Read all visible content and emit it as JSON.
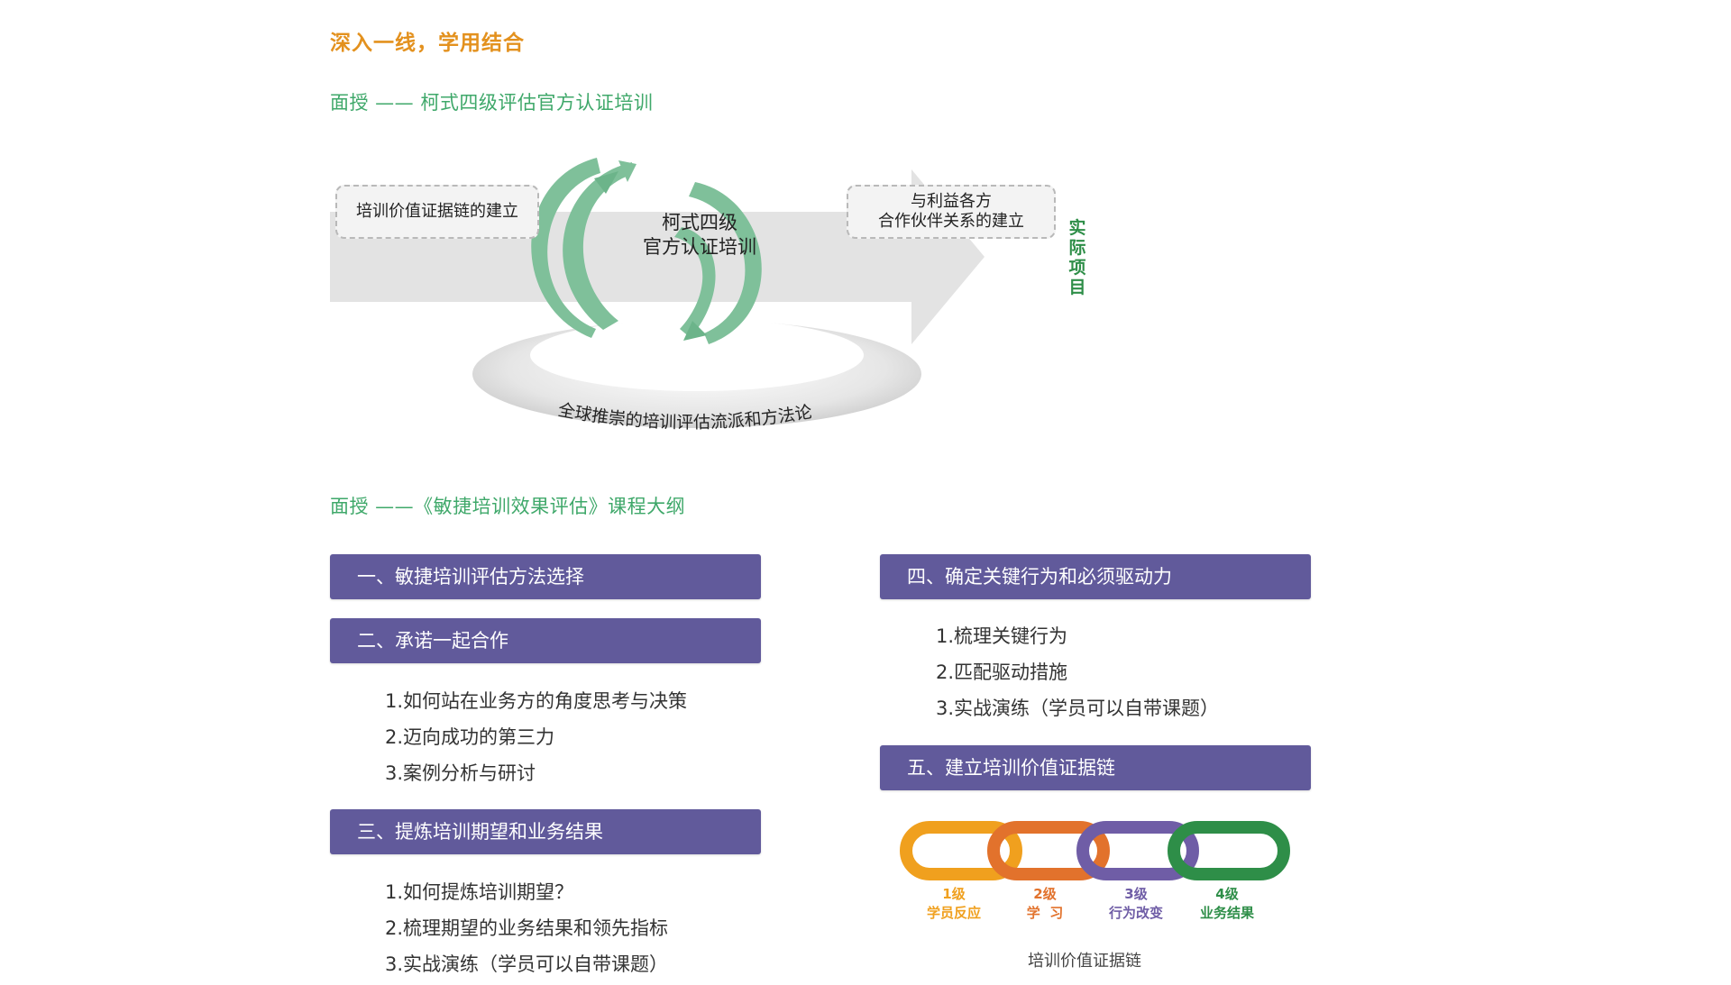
{
  "headings": {
    "main": "深入一线，学用结合",
    "sub1": "面授 —— 柯式四级评估官方认证培训",
    "sub2": "面授 ——《敏捷培训效果评估》课程大纲"
  },
  "diagram": {
    "left_box": "培训价值证据链的建立",
    "center_line1": "柯式四级",
    "center_line2": "官方认证培训",
    "right_box_line1": "与利益各方",
    "right_box_line2": "合作伙伴关系的建立",
    "arrow_label": [
      "实",
      "际",
      "项",
      "目"
    ],
    "base_label": "全球推崇的培训评估流派和方法论"
  },
  "outline": {
    "s1": {
      "title": "一、敏捷培训评估方法选择"
    },
    "s2": {
      "title": "二、承诺一起合作",
      "items": [
        "1.如何站在业务方的角度思考与决策",
        "2.迈向成功的第三力",
        "3.案例分析与研讨"
      ]
    },
    "s3": {
      "title": "三、提炼培训期望和业务结果",
      "items": [
        "1.如何提炼培训期望？",
        "2.梳理期望的业务结果和领先指标",
        "3.实战演练（学员可以自带课题）"
      ]
    },
    "s4": {
      "title": "四、确定关键行为和必须驱动力",
      "items": [
        "1.梳理关键行为",
        "2.匹配驱动措施",
        "3.实战演练（学员可以自带课题）"
      ]
    },
    "s5": {
      "title": "五、建立培训价值证据链"
    }
  },
  "chain": {
    "links": [
      {
        "level": "1级",
        "name": "学员反应",
        "color": "#F0A01E"
      },
      {
        "level": "2级",
        "name": "学  习",
        "color": "#E2722C"
      },
      {
        "level": "3级",
        "name": "行为改变",
        "color": "#6F5DA6"
      },
      {
        "level": "4级",
        "name": "业务结果",
        "color": "#2E8E48"
      }
    ],
    "caption": "培训价值证据链"
  },
  "colors": {
    "accent_orange": "#E3911E",
    "accent_green": "#3FA86A",
    "bar_purple": "#615A9B",
    "cycle_green": "#7FC09A"
  }
}
